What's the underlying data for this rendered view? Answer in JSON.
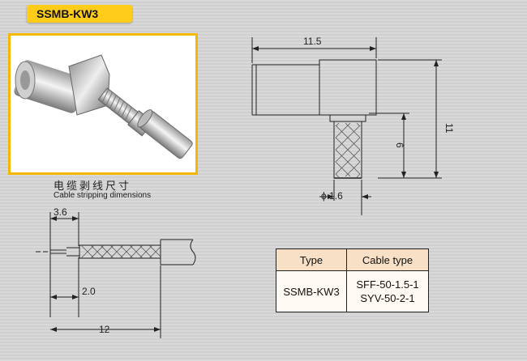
{
  "title": "SSMB-KW3",
  "caption": {
    "chinese": "电缆剥线尺寸",
    "english": "Cable stripping dimensions"
  },
  "connector_dims": {
    "length": "11.5",
    "height": "11",
    "pin_height": "6",
    "pin_diameter": "ϕ 1.6"
  },
  "cable_dims": {
    "strip_short": "3.6",
    "strip_inner": "2.0",
    "strip_total": "12"
  },
  "table": {
    "headers": [
      "Type",
      "Cable type"
    ],
    "row": {
      "type": "SSMB-KW3",
      "cables": [
        "SFF-50-1.5-1",
        "SYV-50-2-1"
      ]
    }
  }
}
